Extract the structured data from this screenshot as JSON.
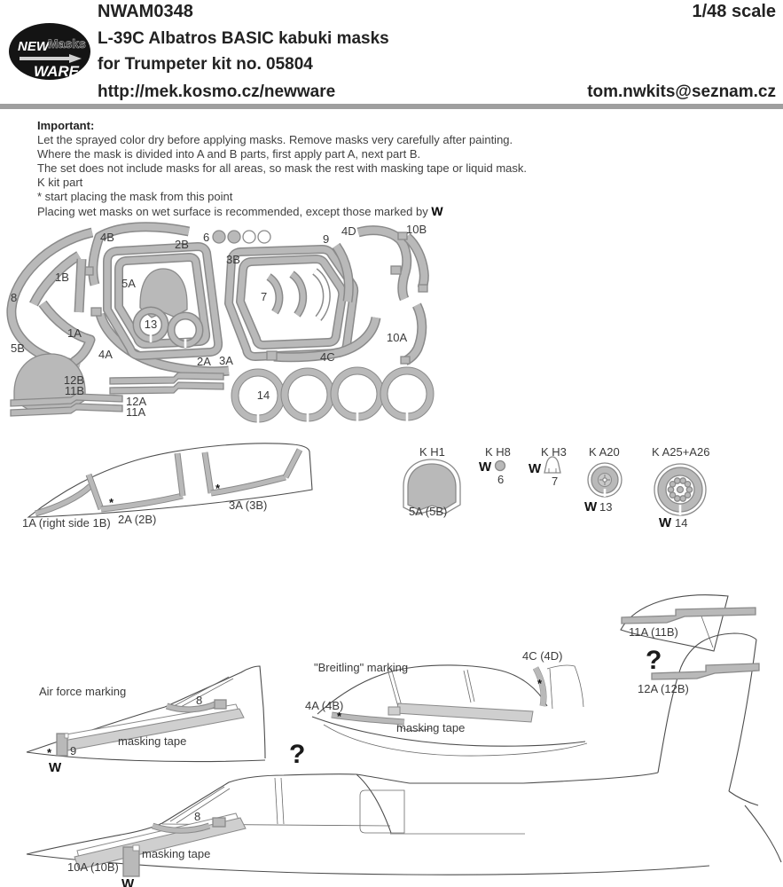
{
  "header": {
    "logo": {
      "line1": "NEW",
      "line2": "Masks",
      "line3": "WARE"
    },
    "code": "NWAM0348",
    "scale": "1/48 scale",
    "title": "L-39C Albatros BASIC kabuki masks",
    "subtitle": "for Trumpeter kit no. 05804",
    "website": "http://mek.kosmo.cz/newware",
    "email": "tom.nwkits@seznam.cz"
  },
  "instructions": {
    "heading": "Important:",
    "lines": [
      "Let the sprayed color dry before applying masks. Remove masks very carefully after painting.",
      "Where the mask is divided into A and B parts, first apply part A, next part B.",
      "The set does not include masks for all areas, so mask the rest with masking tape or liquid mask.",
      "K kit part",
      "*  start placing the mask from this point",
      "Placing wet masks on wet surface is recommended, except those marked by"
    ]
  },
  "parts_sheet": {
    "labels": {
      "p4B": "4B",
      "p2B": "2B",
      "p6": "6",
      "p3B": "3B",
      "p9": "9",
      "p4D": "4D",
      "p10B": "10B",
      "p1B": "1B",
      "p5A": "5A",
      "p8": "8",
      "p7": "7",
      "p13": "13",
      "p1A": "1A",
      "p4A": "4A",
      "p5B": "5B",
      "p2A": "2A",
      "p3A": "3A",
      "p4C": "4C",
      "p10A": "10A",
      "p12B": "12B",
      "p11B": "11B",
      "p12A": "12A",
      "p11A": "11A",
      "p14": "14"
    }
  },
  "canopy_view": {
    "window1": "1A (right side 1B)",
    "window2": "2A (2B)",
    "window3": "3A (3B)"
  },
  "kit_parts": {
    "h1": {
      "kit": "K H1",
      "mask": "5A (5B)"
    },
    "h8": {
      "kit": "K H8",
      "mask": "6"
    },
    "h3": {
      "kit": "K H3",
      "mask": "7"
    },
    "a20": {
      "kit": "K A20",
      "mask": "13"
    },
    "a25": {
      "kit": "K A25+A26",
      "mask": "14"
    }
  },
  "placement": {
    "airforce": {
      "title": "Air force marking",
      "part8": "8",
      "part9": "9",
      "tape": "masking tape"
    },
    "breitling": {
      "title": "\"Breitling\" marking",
      "front": "4A (4B)",
      "rear": "4C (4D)",
      "tape": "masking tape"
    },
    "fin1": "11A (11B)",
    "fin2": "12A (12B)",
    "bottom": {
      "part8": "8",
      "nose": "10A (10B)",
      "tape": "masking tape"
    }
  },
  "symbols": {
    "wet": "W",
    "star": "*",
    "question": "?"
  },
  "colors": {
    "mask_fill": "#b9b9b9",
    "mask_stroke": "#8a8a8a",
    "tape_fill": "#cfcfcf",
    "line": "#4d4d4d",
    "divider_bar": "#9f9f9f"
  }
}
